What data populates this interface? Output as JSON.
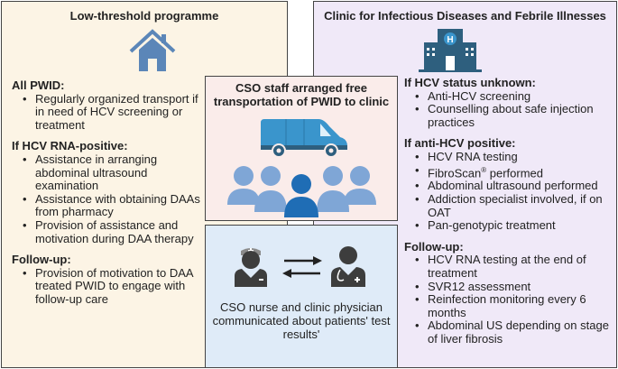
{
  "left": {
    "title": "Low-threshold programme",
    "icon": "house-icon",
    "sections": [
      {
        "heading": "All PWID:",
        "items": [
          "Regularly organized transport if in need of HCV screening or treatment"
        ]
      },
      {
        "heading": "If HCV RNA-positive:",
        "items": [
          "Assistance in arranging abdominal ultrasound examination",
          "Assistance with obtaining DAAs from pharmacy",
          "Provision of assistance and motivation during DAA therapy"
        ]
      },
      {
        "heading": "Follow-up:",
        "items": [
          "Provision of motivation to DAA treated PWID to engage with follow-up care"
        ]
      }
    ]
  },
  "right": {
    "title": "Clinic for Infectious Diseases and Febrile Illnesses",
    "icon": "hospital-icon",
    "sections": [
      {
        "heading": "If HCV status unknown:",
        "items": [
          "Anti-HCV screening",
          "Counselling about safe injection practices"
        ]
      },
      {
        "heading": "If anti-HCV positive:",
        "items": [
          "HCV RNA testing",
          "FibroScan",
          "Abdominal ultrasound performed",
          "Addiction specialist involved, if on OAT",
          "Pan-genotypic treatment"
        ]
      },
      {
        "heading": "Follow-up:",
        "items": [
          "HCV RNA testing at the end of treatment",
          "SVR12 assessment",
          "Reinfection monitoring every 6 months",
          "Abdominal US depending on stage of liver fibrosis"
        ]
      }
    ]
  },
  "fibroscan_sup": "®",
  "fibroscan_rest": " performed",
  "transport": {
    "title": "CSO staff arranged free transportation of PWID to clinic"
  },
  "communication": {
    "caption": "CSO nurse and clinic physician communicated about patients' test results'"
  },
  "colors": {
    "house": "#5b86b8",
    "hospital": "#2e5f7e",
    "van": "#3a95cc",
    "people_light": "#7fa6d6",
    "people_dark": "#1f6db5",
    "figures": "#3d3d3d"
  }
}
